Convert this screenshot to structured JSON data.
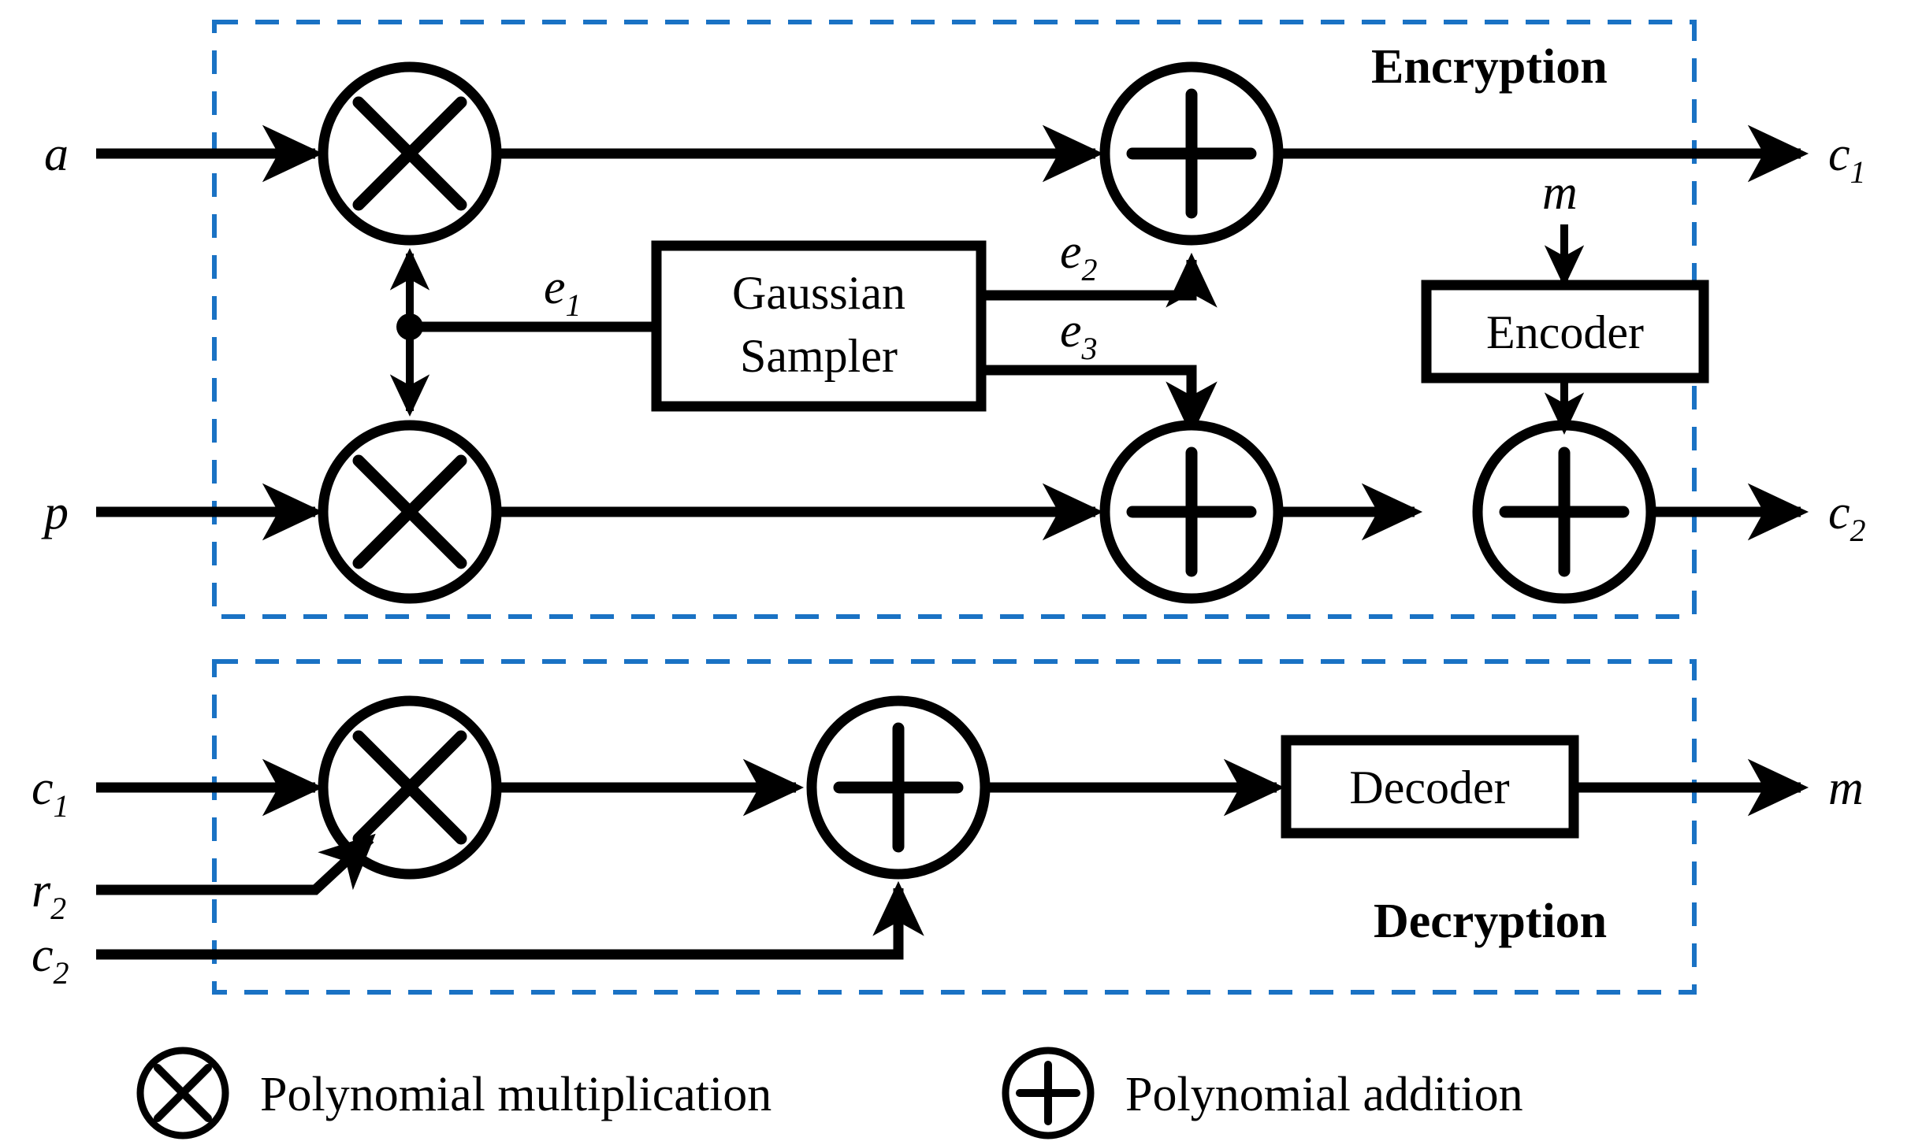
{
  "diagram": {
    "title_encryption": "Encryption",
    "title_decryption": "Decryption",
    "accent_color": "#1a72c4",
    "line_color": "#000000",
    "background": "#ffffff"
  },
  "encryption": {
    "inputs": [
      {
        "label": "a",
        "sub": ""
      },
      {
        "label": "p",
        "sub": ""
      },
      {
        "label": "m",
        "sub": ""
      }
    ],
    "outputs": [
      {
        "label": "c",
        "sub": "1"
      },
      {
        "label": "c",
        "sub": "2"
      }
    ],
    "noise_labels": [
      {
        "label": "e",
        "sub": "1"
      },
      {
        "label": "e",
        "sub": "2"
      },
      {
        "label": "e",
        "sub": "3"
      }
    ],
    "blocks": [
      {
        "name": "gaussian-sampler",
        "line1": "Gaussian",
        "line2": "Sampler"
      },
      {
        "name": "encoder",
        "line1": "Encoder",
        "line2": ""
      }
    ],
    "operators": [
      {
        "name": "mult-a-e1",
        "type": "multiply"
      },
      {
        "name": "mult-p-e1",
        "type": "multiply"
      },
      {
        "name": "add-c1-e2",
        "type": "add"
      },
      {
        "name": "add-c2-e3",
        "type": "add"
      },
      {
        "name": "add-c2-encoded",
        "type": "add"
      }
    ]
  },
  "decryption": {
    "inputs": [
      {
        "label": "c",
        "sub": "1"
      },
      {
        "label": "r",
        "sub": "2"
      },
      {
        "label": "c",
        "sub": "2"
      }
    ],
    "outputs": [
      {
        "label": "m",
        "sub": ""
      }
    ],
    "blocks": [
      {
        "name": "decoder",
        "line1": "Decoder",
        "line2": ""
      }
    ],
    "operators": [
      {
        "name": "mult-c1-r2",
        "type": "multiply"
      },
      {
        "name": "add-prod-c2",
        "type": "add"
      }
    ]
  },
  "legend": {
    "items": [
      {
        "symbol": "multiply",
        "icon_name": "circled-times-icon",
        "label": "Polynomial multiplication"
      },
      {
        "symbol": "add",
        "icon_name": "circled-plus-icon",
        "label": "Polynomial addition"
      }
    ]
  }
}
